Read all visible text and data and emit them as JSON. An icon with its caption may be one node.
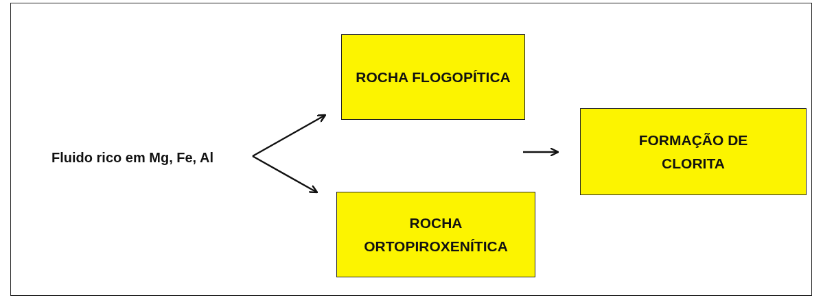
{
  "diagram": {
    "nodes": [
      {
        "text": [
          "Fluido rico em Mg, Fe, Al"
        ]
      },
      {
        "text": [
          "ROCHA FLOGOPÍTICA"
        ]
      },
      {
        "text": [
          "ROCHA ORTOPIROXENÍTICA"
        ]
      },
      {
        "text": [
          "FORMAÇÃO DE CLORITA"
        ]
      }
    ],
    "edges": [
      {
        "from": 0,
        "to": 1,
        "arrow": "to"
      },
      {
        "from": 0,
        "to": 2,
        "arrow": "to"
      },
      {
        "from": null,
        "to": 3,
        "arrow": "to"
      }
    ]
  }
}
